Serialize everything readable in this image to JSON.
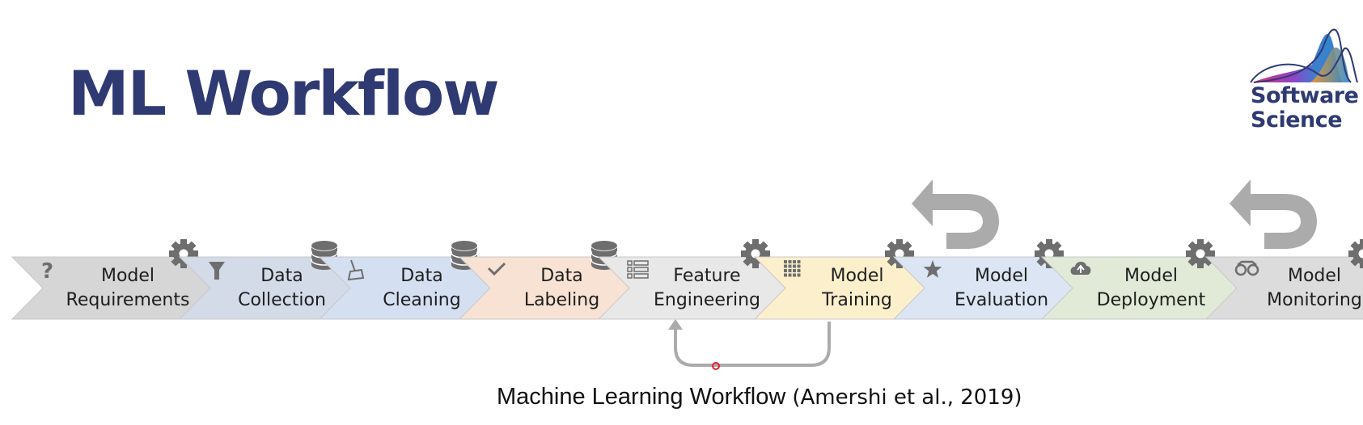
{
  "title": "ML Workflow",
  "logo": {
    "line1": "Software",
    "line2": "Science"
  },
  "stages": [
    {
      "line1": "Model",
      "line2": "Requirements",
      "icon": "question-icon",
      "badge": "gear-icon",
      "color": "#d6d6d6"
    },
    {
      "line1": "Data",
      "line2": "Collection",
      "icon": "funnel-icon",
      "badge": "database-icon",
      "color": "#d3dbe8"
    },
    {
      "line1": "Data",
      "line2": "Cleaning",
      "icon": "broom-icon",
      "badge": "database-icon",
      "color": "#d4e0f1"
    },
    {
      "line1": "Data",
      "line2": "Labeling",
      "icon": "checkmark-icon",
      "badge": "database-icon",
      "color": "#f8e2d3"
    },
    {
      "line1": "Feature",
      "line2": "Engineering",
      "icon": "list-icon",
      "badge": "gear-icon",
      "color": "#e8e8e8"
    },
    {
      "line1": "Model",
      "line2": "Training",
      "icon": "grid-icon",
      "badge": "gear-icon",
      "color": "#fcefcc"
    },
    {
      "line1": "Model",
      "line2": "Evaluation",
      "icon": "star-icon",
      "badge": "gear-icon",
      "color": "#dbe5f3"
    },
    {
      "line1": "Model",
      "line2": "Deployment",
      "icon": "cloud-upload-icon",
      "badge": "gear-icon",
      "color": "#e0ead7"
    },
    {
      "line1": "Model",
      "line2": "Monitoring",
      "icon": "binoculars-icon",
      "badge": "gear-icon",
      "color": "#dcdcdc"
    }
  ],
  "feedback_loops": [
    {
      "from": "Model Training",
      "to": "Feature Engineering",
      "icon": "loop-arrow-icon"
    },
    {
      "from": "Model Evaluation",
      "to": "earlier stages",
      "icon": "u-turn-arrow-icon"
    },
    {
      "from": "Model Monitoring",
      "to": "earlier stages",
      "icon": "u-turn-arrow-icon"
    }
  ],
  "caption": {
    "main": "Machine Learning Workflow ",
    "citation": "(Amershi et al., 2019)"
  },
  "colors": {
    "title": "#2f3a73",
    "icon_gray": "#6e6e6e",
    "arrow_gray": "#ababab"
  }
}
